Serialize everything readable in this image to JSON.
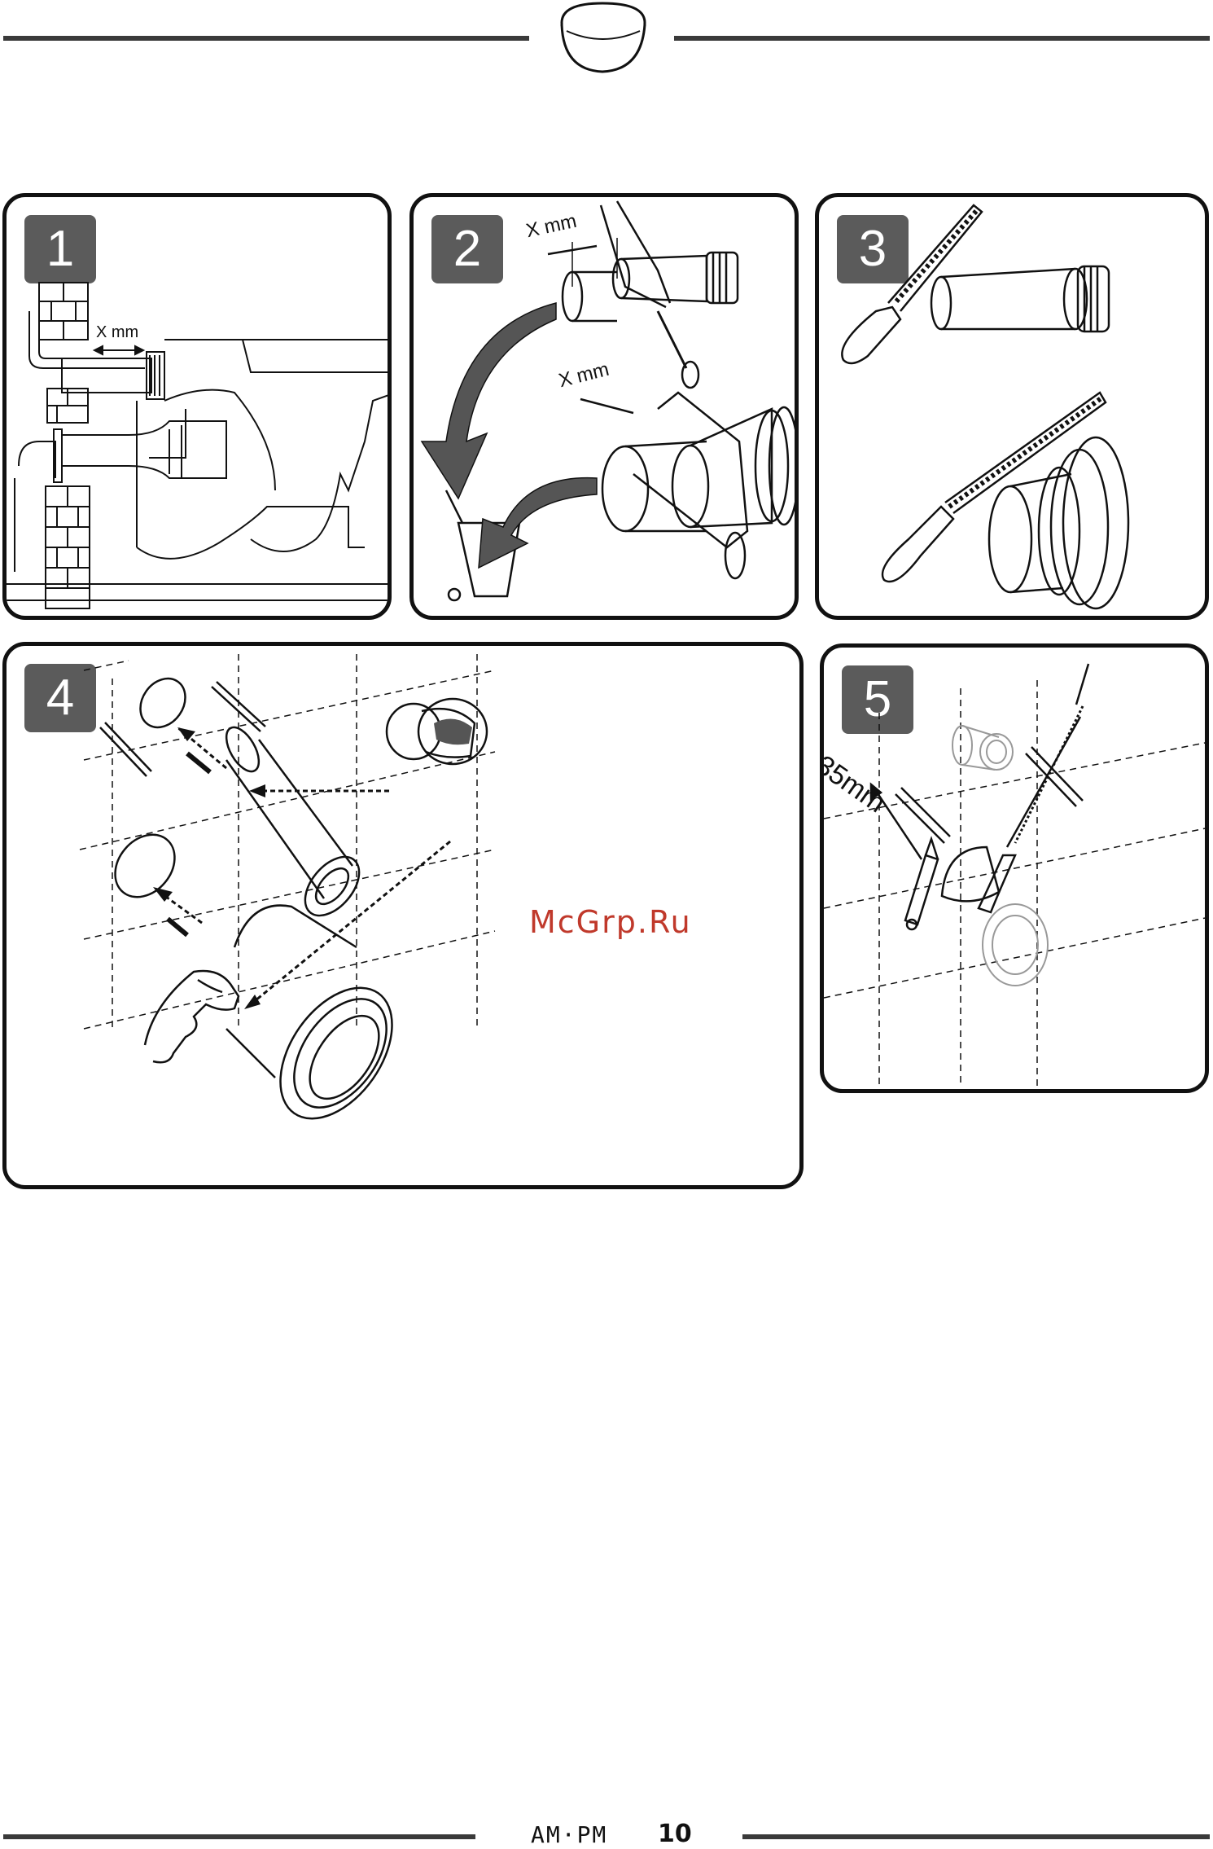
{
  "header": {
    "logo_icon": "toilet-seat-icon"
  },
  "steps": [
    {
      "number": "1",
      "label": "X mm"
    },
    {
      "number": "2",
      "label_top": "X mm",
      "label_bottom": "X mm"
    },
    {
      "number": "3"
    },
    {
      "number": "4"
    },
    {
      "number": "5",
      "label": "35mm"
    }
  ],
  "watermark": "McGrp.Ru",
  "footer": {
    "brand": "AM·PM",
    "page_number": "10"
  }
}
